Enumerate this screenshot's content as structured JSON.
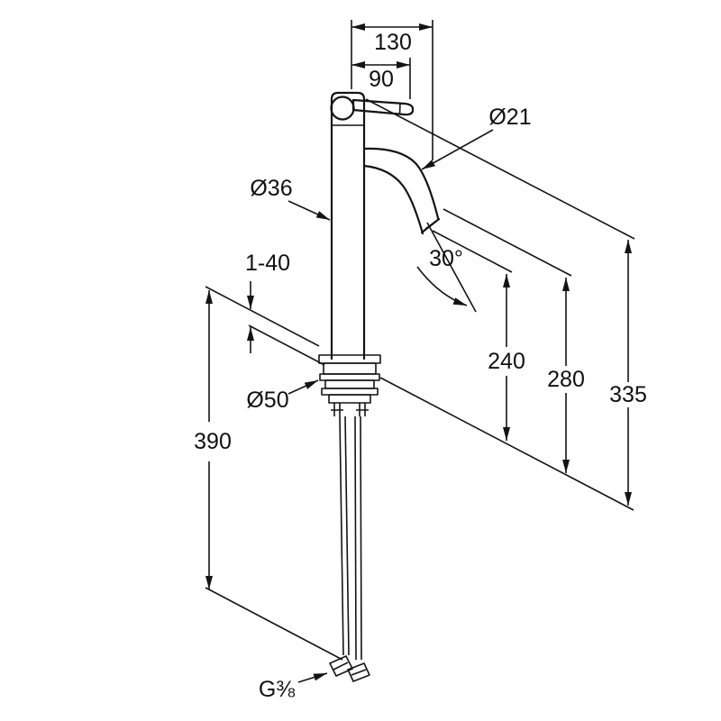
{
  "figure": {
    "type": "technical-dimension-drawing",
    "subject": "Tall single-lever basin mixer tap, side view with dimension lines",
    "background_color": "#ffffff",
    "line_color": "#141414"
  },
  "dimensions": {
    "top_offset_total": "130",
    "lever_projection": "90",
    "spout_outlet_diameter": "Ø21",
    "body_diameter": "Ø36",
    "mounting_thickness_range": "1-40",
    "base_diameter": "Ø50",
    "below_deck_length": "390",
    "outlet_height": "240",
    "spout_height": "280",
    "total_height": "335",
    "spout_angle": "30°",
    "connection_thread": "G⅜"
  }
}
